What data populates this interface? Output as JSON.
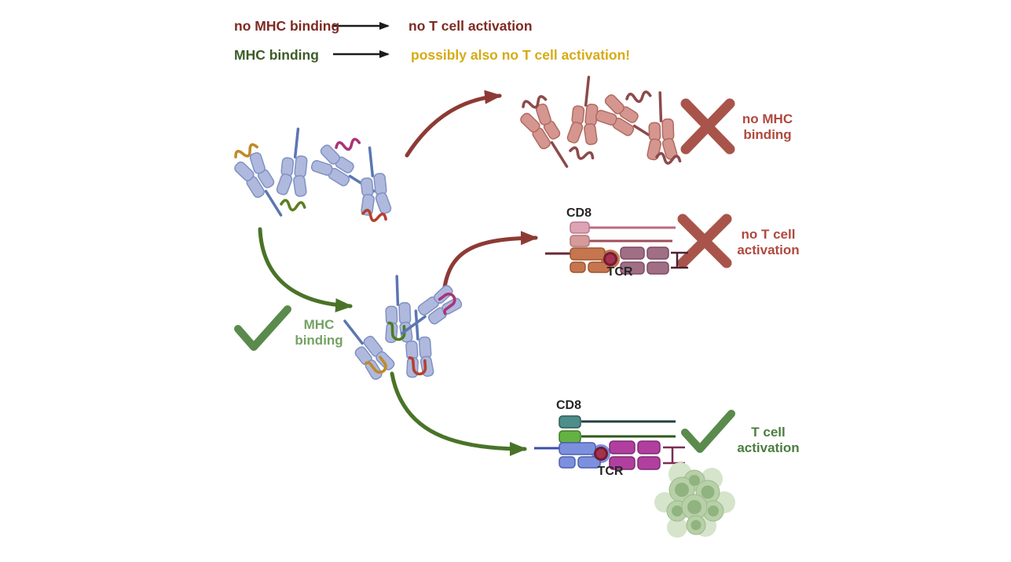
{
  "figure": "MHC binding and T cell activation schematic",
  "legend": {
    "rows": [
      {
        "left": "no MHC binding",
        "right": "no T cell activation"
      },
      {
        "left": "MHC binding",
        "right": "possibly also no T cell activation!"
      }
    ]
  },
  "labels": {
    "no_mhc_binding": {
      "line1": "no MHC",
      "line2": "binding"
    },
    "no_t_cell_activation": {
      "line1": "no T cell",
      "line2": "activation"
    },
    "mhc_binding": {
      "line1": "MHC",
      "line2": "binding"
    },
    "t_cell_activation": {
      "line1": "T cell",
      "line2": "activation"
    }
  },
  "complexes": {
    "inactive": {
      "cd8": "CD8",
      "tcr": "TCR"
    },
    "active": {
      "cd8": "CD8",
      "tcr": "TCR"
    }
  },
  "colors": {
    "legend_no_mhc_text": "#7d2a23",
    "legend_mhc_text": "#3c5c28",
    "legend_warning_text": "#d6ab14",
    "cross_red": "#a9544a",
    "label_red": "#b0493d",
    "check_green": "#5a8a4c",
    "label_green_light": "#74a263",
    "label_green": "#4b7d3f",
    "arrow_red": "#8d3a35",
    "arrow_green": "#4a7328",
    "arrow_black": "#1c1c1c",
    "mhc_blue_fill": "#aeb9dd",
    "mhc_pink_fill": "#d5968f",
    "peptide_orange": "#c08a28",
    "peptide_green": "#5d7e22",
    "peptide_magenta": "#a83478",
    "peptide_red": "#b5402f",
    "peptide_dark_red": "#8d4a4b",
    "cd8_teal": "#4d8d8a",
    "cd8_green": "#65b244",
    "tcr_magenta": "#b13f9f",
    "tcr_mauve": "#a06f85",
    "t_cell_fill": "#b7d0a8"
  }
}
